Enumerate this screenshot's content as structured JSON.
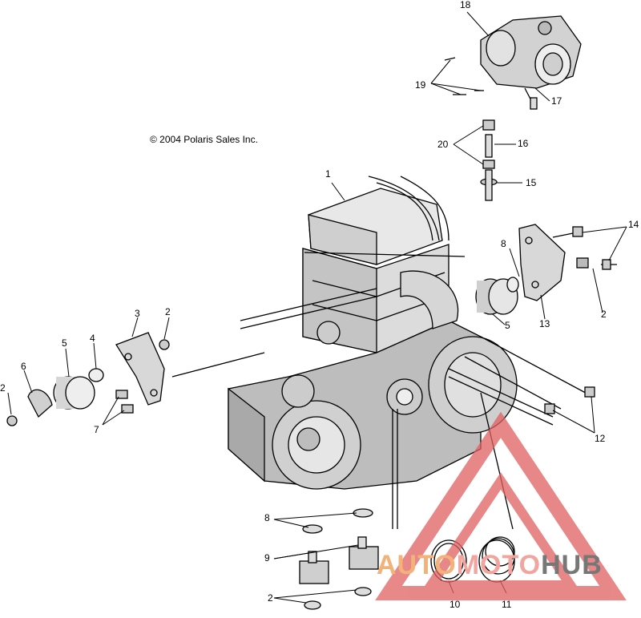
{
  "copyright": "© 2004 Polaris Sales Inc.",
  "callouts": [
    "1",
    "2",
    "2",
    "2",
    "2",
    "3",
    "4",
    "5",
    "5",
    "6",
    "7",
    "8",
    "8",
    "9",
    "10",
    "11",
    "12",
    "13",
    "14",
    "15",
    "16",
    "17",
    "18",
    "19",
    "20"
  ],
  "watermark": {
    "part1": "AUTO",
    "part2": "MOTO",
    "part3": "HUB"
  },
  "colors": {
    "line": "#000000",
    "watermark_red": "#e06060",
    "watermark_orange": "#f2b27a",
    "watermark_gray": "#777777"
  }
}
